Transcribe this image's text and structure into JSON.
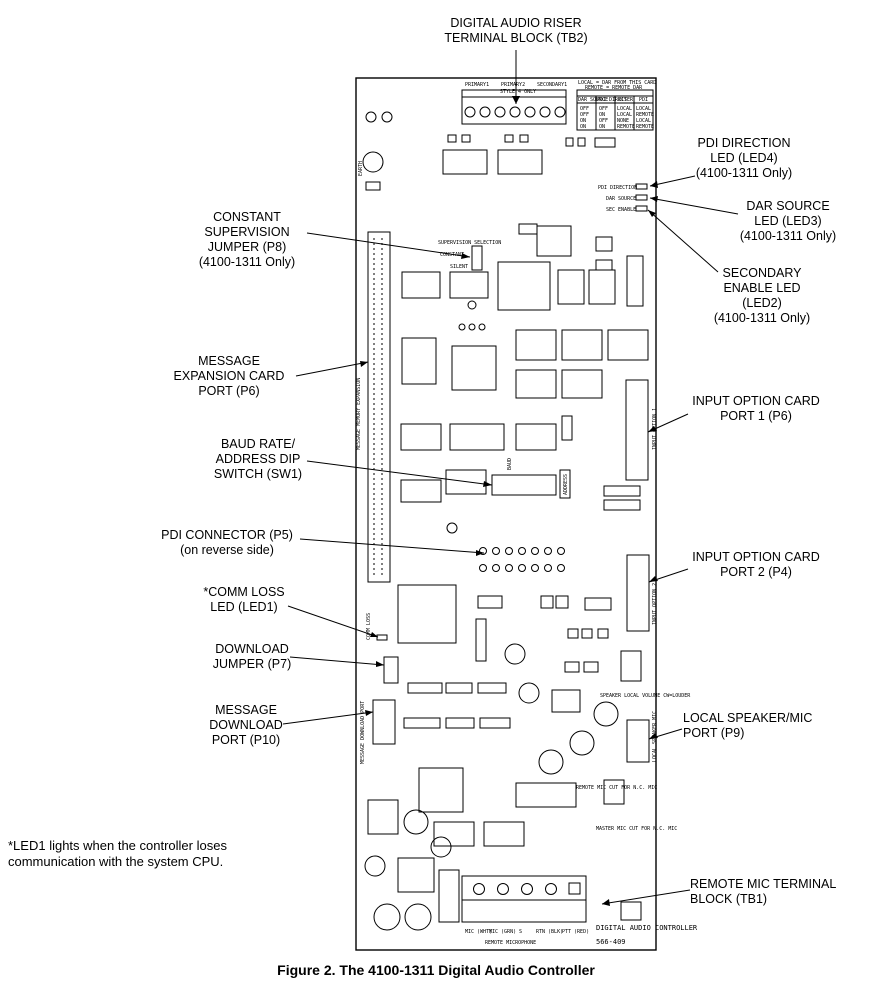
{
  "labels": {
    "tb2": "DIGITAL AUDIO RISER\nTERMINAL BLOCK (TB2)",
    "led4": "PDI DIRECTION\nLED (LED4)\n(4100-1311 Only)",
    "led3": "DAR SOURCE\nLED (LED3)\n(4100-1311 Only)",
    "led2": "SECONDARY\nENABLE LED\n(LED2)\n(4100-1311 Only)",
    "p8": "CONSTANT\nSUPERVISION\nJUMPER (P8)\n(4100-1311 Only)",
    "p6_expansion": "MESSAGE\nEXPANSION CARD\nPORT (P6)",
    "p6_input": "INPUT OPTION CARD\nPORT 1 (P6)",
    "sw1": "BAUD RATE/\nADDRESS DIP\nSWITCH (SW1)",
    "p5": "PDI CONNECTOR (P5)\n(on reverse side)",
    "p4": "INPUT OPTION CARD\nPORT 2 (P4)",
    "led1": "*COMM LOSS\nLED (LED1)",
    "p7": "DOWNLOAD\nJUMPER (P7)",
    "p9": "LOCAL SPEAKER/MIC\nPORT (P9)",
    "p10": "MESSAGE\nDOWNLOAD\nPORT (P10)",
    "tb1": "REMOTE MIC TERMINAL\nBLOCK (TB1)"
  },
  "footnote": "*LED1 lights when the controller loses\ncommunication with the system CPU.",
  "caption": "Figure 2. The 4100-1311 Digital Audio Controller",
  "board": {
    "riser_headers": [
      "PRIMARY1",
      "PRIMARY2",
      "SECONDARY1"
    ],
    "style4": "STYLE 4 ONLY",
    "local_dar": "LOCAL = DAR FROM THIS CARD",
    "remote_dar": "REMOTE = REMOTE DAR",
    "table_head": [
      "DAR SOURCE",
      "PDI DIRECT",
      "RISER",
      "PDI"
    ],
    "table_rows": [
      [
        "OFF",
        "OFF",
        "LOCAL",
        "LOCAL"
      ],
      [
        "OFF",
        "ON",
        "LOCAL",
        "REMOTE"
      ],
      [
        "ON",
        "OFF",
        "NONE",
        "LOCAL"
      ],
      [
        "ON",
        "ON",
        "REMOTE",
        "REMOTE"
      ]
    ],
    "pdi_direction": "PDI DIRECTION",
    "dar_source": "DAR SOURCE",
    "sec_enable": "SEC ENABLE",
    "supervision_selection": "SUPERVISION SELECTION",
    "constant": "CONSTANT",
    "silent": "SILENT",
    "message_memory_expansion": "MESSAGE MEMORY EXPANSION",
    "input_option_1": "INPUT OPTION 1",
    "input_option_2": "INPUT OPTION 2",
    "baud": "BAUD",
    "address": "ADDRESS",
    "comm_loss": "COMM LOSS",
    "message_download_port": "MESSAGE DOWNLOAD PORT",
    "local_speaker_mic": "LOCAL SPEAKER MIC",
    "speaker_volume": "SPEAKER LOCAL VOLUME CW=LOUDER",
    "remote_mic_cut": "REMOTE MIC CUT FOR N.C. MIC",
    "master_mic_cut": "MASTER MIC CUT FOR N.C. MIC",
    "earth": "EARTH",
    "tb1_terms": [
      "MIC (WHT)",
      "MIC (GRN)",
      "S",
      "RTN (BLK)",
      "PTT (RED)"
    ],
    "remote_microphone": "REMOTE MICROPHONE",
    "board_name": "DIGITAL AUDIO CONTROLLER",
    "board_number": "566-409"
  }
}
